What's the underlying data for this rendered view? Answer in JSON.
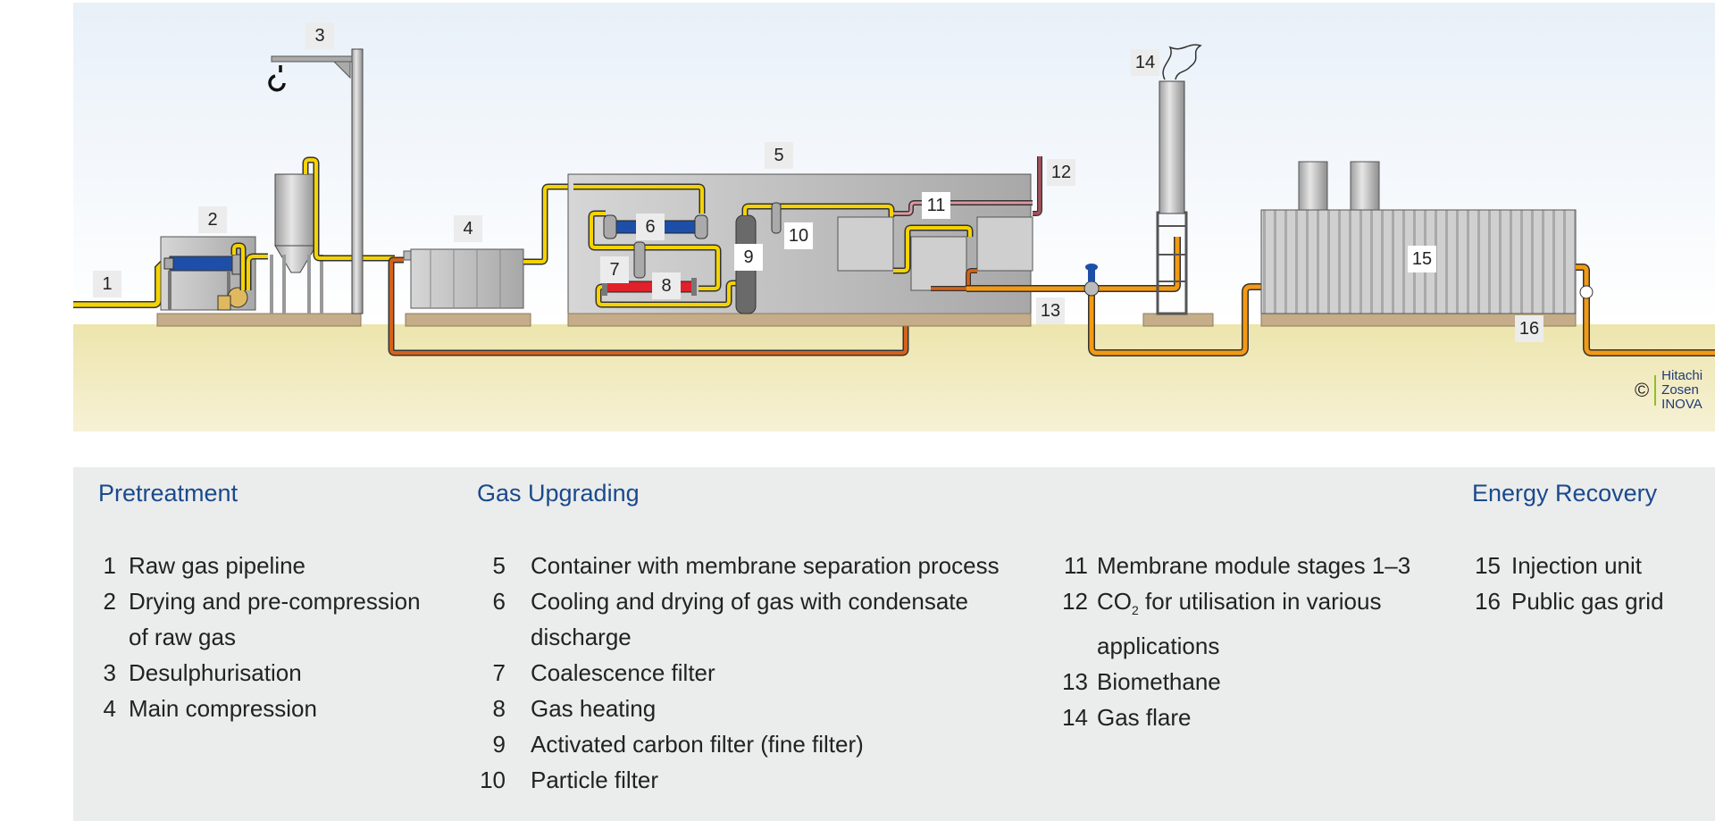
{
  "diagram": {
    "title": "Biogas upgrading plant schematic",
    "callouts": [
      "1",
      "2",
      "3",
      "4",
      "5",
      "6",
      "7",
      "8",
      "9",
      "10",
      "11",
      "12",
      "13",
      "14",
      "15",
      "16"
    ],
    "copyright": {
      "symbol": "©",
      "company_line1": "Hitachi Zosen",
      "company_line2": "INOVA",
      "accent": "#8fbf2a",
      "text_color": "#1f3b73"
    },
    "colors": {
      "raw_gas_pipe": "#f5d300",
      "biomethane_pipe": "#f39a12",
      "return_pipe": "#d4621a",
      "co2_pipe": "#a8505a",
      "cooler": "#1e4fa8",
      "heater": "#e0202a",
      "ground": "#f2ebc0",
      "foundation": "#c4ad88",
      "equipment_grey": "#b8b8b8"
    }
  },
  "legend": {
    "heading_color": "#1a4a8c",
    "sections": [
      {
        "title": "Pretreatment",
        "items": [
          {
            "num": "1",
            "label": "Raw gas pipeline"
          },
          {
            "num": "2",
            "label": "Drying and pre-compression of raw gas"
          },
          {
            "num": "3",
            "label": "Desulphurisation"
          },
          {
            "num": "4",
            "label": "Main compression"
          }
        ]
      },
      {
        "title": "Gas Upgrading",
        "items": [
          {
            "num": "5",
            "label": "Container with membrane separation process"
          },
          {
            "num": "6",
            "label": "Cooling and drying of gas with condensate discharge"
          },
          {
            "num": "7",
            "label": "Coalescence filter"
          },
          {
            "num": "8",
            "label": "Gas heating"
          },
          {
            "num": "9",
            "label": "Activated carbon filter (fine filter)"
          },
          {
            "num": "10",
            "label": "Particle filter"
          }
        ]
      },
      {
        "title": "",
        "items": [
          {
            "num": "11",
            "label": "Membrane module stages 1–3"
          },
          {
            "num": "12",
            "label_pre": "CO",
            "label_sub": "2",
            "label_post": " for utilisation in various applications"
          },
          {
            "num": "13",
            "label": "Biomethane"
          },
          {
            "num": "14",
            "label": "Gas flare"
          }
        ]
      },
      {
        "title": "Energy Recovery",
        "items": [
          {
            "num": "15",
            "label": "Injection unit"
          },
          {
            "num": "16",
            "label": "Public gas grid"
          }
        ]
      }
    ]
  }
}
